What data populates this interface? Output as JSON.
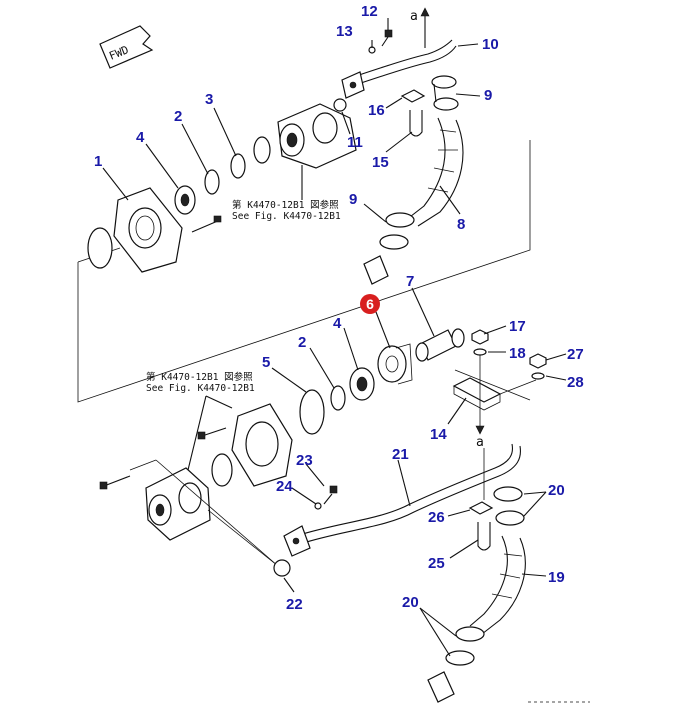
{
  "fwd_label": "FWD",
  "ref_note_top": {
    "jp": "第 K4470-12B1 図参照",
    "en": "See Fig. K4470-12B1"
  },
  "ref_note_bottom": {
    "jp": "第 K4470-12B1 図参照",
    "en": "See Fig. K4470-12B1"
  },
  "arrow_label_top": "a",
  "arrow_label_mid": "a",
  "highlight_color": "#d81f1f",
  "callout_color": "#1a1aa8",
  "callouts": {
    "c1": "1",
    "c2a": "2",
    "c3": "3",
    "c4a": "4",
    "c12": "12",
    "c13": "13",
    "c10": "10",
    "c9a": "9",
    "c16": "16",
    "c11": "11",
    "c15": "15",
    "c9b": "9",
    "c8": "8",
    "c7": "7",
    "c6": "6",
    "c4b": "4",
    "c2b": "2",
    "c5": "5",
    "c17": "17",
    "c18": "18",
    "c27": "27",
    "c28": "28",
    "c14": "14",
    "c21": "21",
    "c23": "23",
    "c24": "24",
    "c20a": "20",
    "c26": "26",
    "c25": "25",
    "c19": "19",
    "c22": "22",
    "c20b": "20"
  }
}
